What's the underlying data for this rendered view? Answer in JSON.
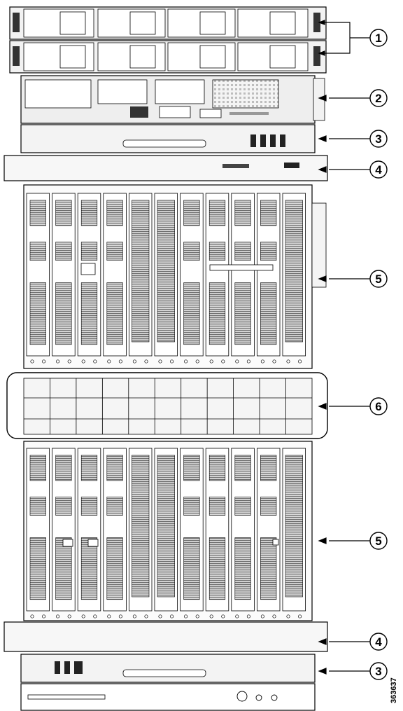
{
  "callouts": [
    {
      "label": "1"
    },
    {
      "label": "2"
    },
    {
      "label": "3"
    },
    {
      "label": "4"
    },
    {
      "label": "5"
    },
    {
      "label": "6"
    },
    {
      "label": "5"
    },
    {
      "label": "4"
    },
    {
      "label": "3"
    }
  ],
  "figure_id": "363637",
  "colors": {
    "line": "#000000",
    "metal": "#e6e6e6",
    "dark": "#2a2a2a",
    "hatch": "#7a7a7a"
  }
}
